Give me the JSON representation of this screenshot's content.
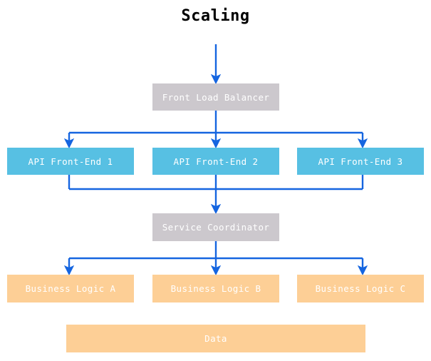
{
  "title": "Scaling",
  "theme": {
    "background": "#ffffff",
    "title_color": "#000000",
    "gray_node": "#ccc8cd",
    "blue_node": "#57c0e3",
    "orange_node": "#fdcf96",
    "node_text": "#ffffff",
    "connector": "#1565e0"
  },
  "nodes": {
    "front_load_balancer": "Front Load Balancer",
    "service_coordinator": "Service Coordinator",
    "data": "Data",
    "api_tier": [
      {
        "label": "API Front-End 1"
      },
      {
        "label": "API Front-End 2"
      },
      {
        "label": "API Front-End 3"
      }
    ],
    "logic_tier": [
      {
        "label": "Business Logic A"
      },
      {
        "label": "Business Logic B"
      },
      {
        "label": "Business Logic C"
      }
    ]
  }
}
